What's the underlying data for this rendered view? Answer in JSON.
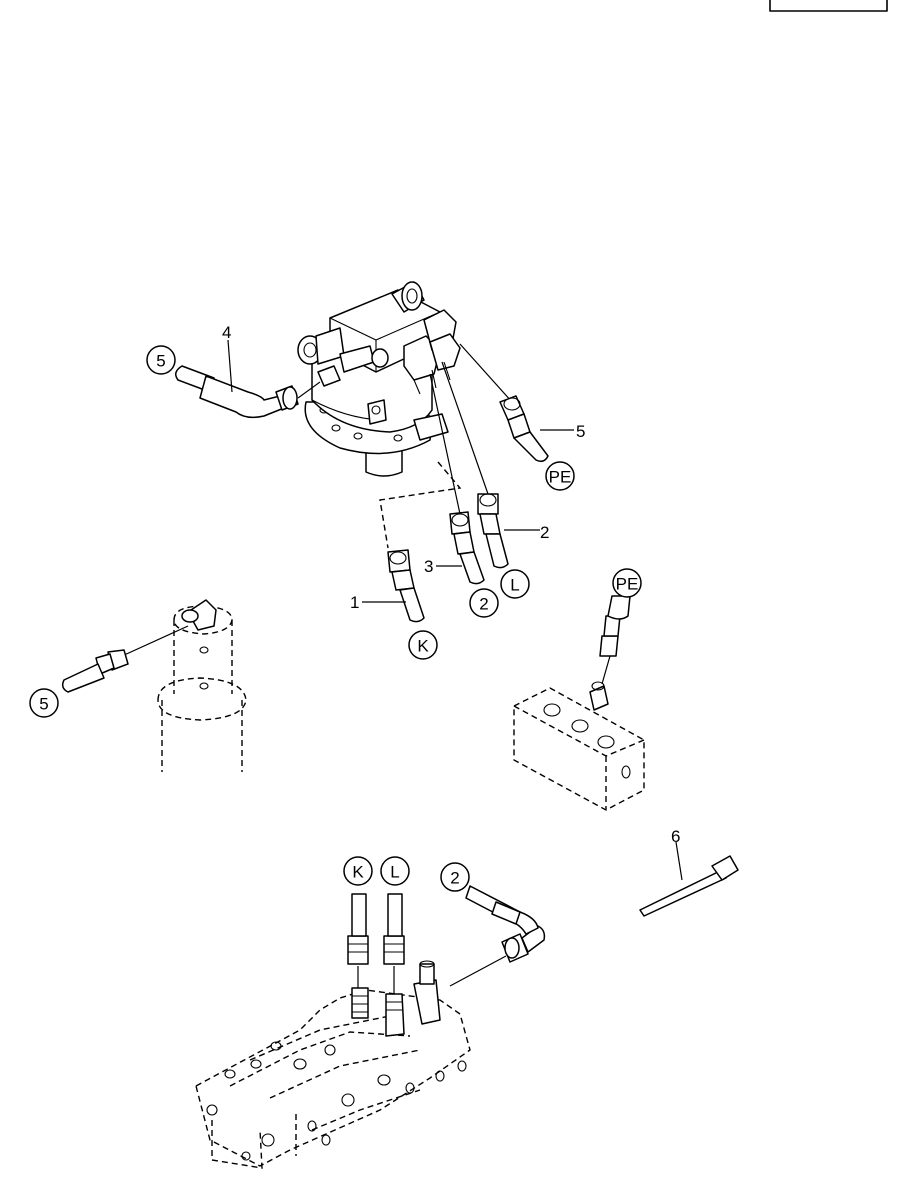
{
  "callouts": {
    "c1": "1",
    "c2": "2",
    "c3": "3",
    "c4": "4",
    "c5": "5",
    "c6": "6"
  },
  "refs": {
    "r5_top": "5",
    "r5_left": "5",
    "r_pe_top": "PE",
    "r_pe_mid": "PE",
    "r_k_top": "K",
    "r_k_bot": "K",
    "r_l_top": "L",
    "r_l_bot": "L",
    "r2_top": "2",
    "r2_bot": "2"
  }
}
